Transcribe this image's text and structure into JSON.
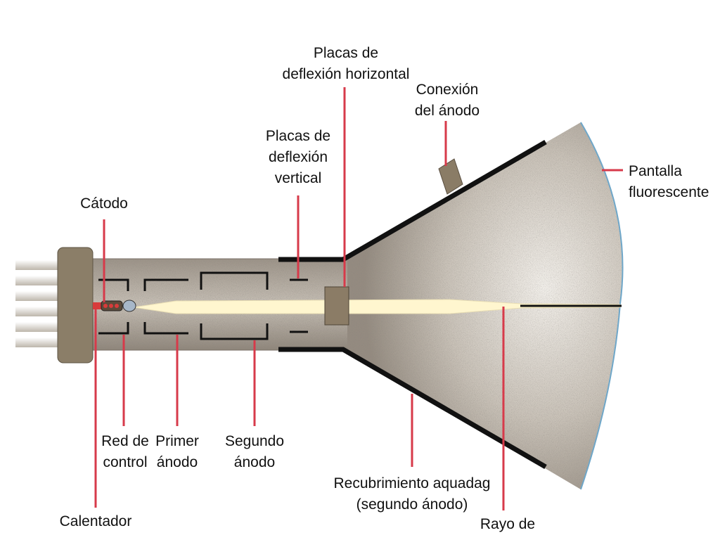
{
  "labels": {
    "cathode": "Cátodo",
    "heater": "Calentador",
    "control_grid_line1": "Red de",
    "control_grid_line2": "control",
    "first_anode_line1": "Primer",
    "first_anode_line2": "ánodo",
    "second_anode_line1": "Segundo",
    "second_anode_line2": "ánodo",
    "vertical_plates_line1": "Placas de",
    "vertical_plates_line2": "deflexión",
    "vertical_plates_line3": "vertical",
    "horizontal_plates_line1": "Placas de",
    "horizontal_plates_line2": "deflexión horizontal",
    "anode_connection_line1": "Conexión",
    "anode_connection_line2": "del ánodo",
    "screen_line1": "Pantalla",
    "screen_line2": "fluorescente",
    "aquadag_line1": "Recubrimiento aquadag",
    "aquadag_line2": "(segundo ánodo)",
    "beam_line1": "Rayo de"
  },
  "colors": {
    "leader": "#d73a4a",
    "tube_body": "#a69e94",
    "base": "#8a7c66",
    "beam": "#fff4c8"
  }
}
